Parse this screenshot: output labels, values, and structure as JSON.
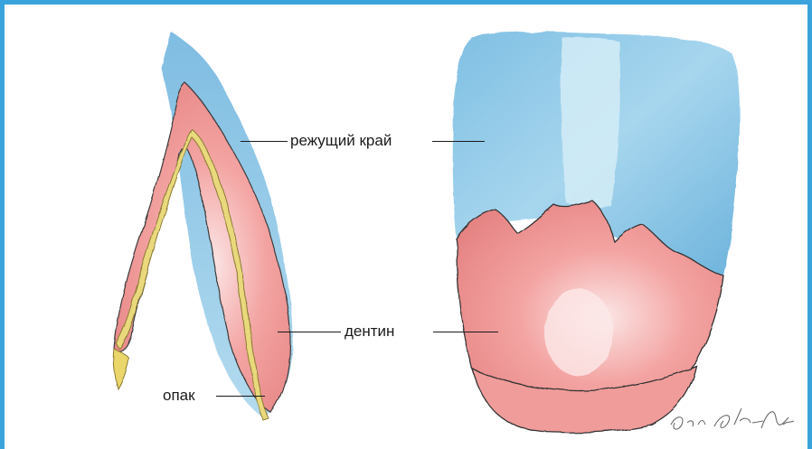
{
  "labels": {
    "incisal_edge": "режущий край",
    "dentin": "дентин",
    "opaque": "опак"
  },
  "signature": "Petra Schmitt-Habermann",
  "colors": {
    "frame": "#3aa3dc",
    "incisal": "#8fc8e6",
    "dentin": "#ef8f8f",
    "opaque": "#e8d77a",
    "outline": "#2e2e2e"
  }
}
